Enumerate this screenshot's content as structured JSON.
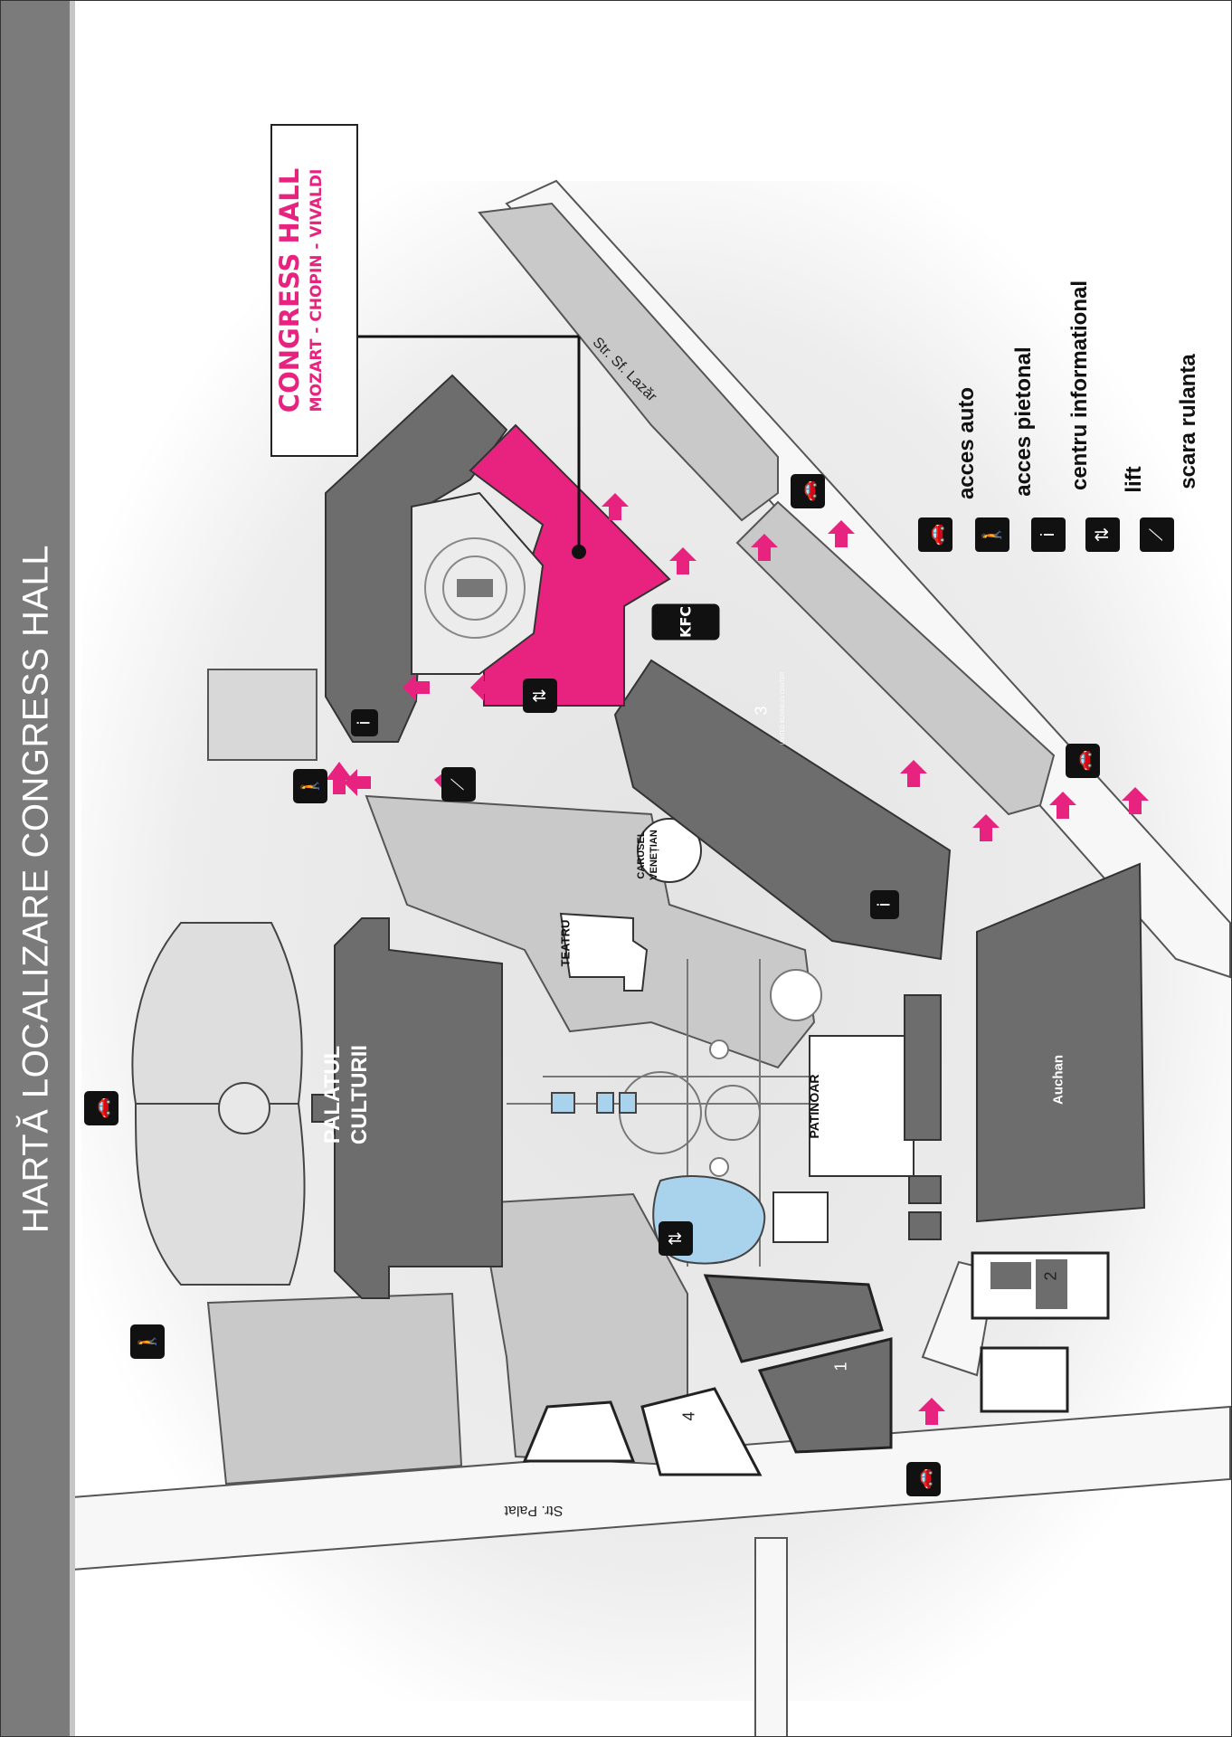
{
  "title": "HARTĂ LOCALIZARE CONGRESS HALL",
  "callout": {
    "title": "CONGRESS HALL",
    "subtitle": "MOZART - CHOPIN - VIVALDI"
  },
  "labels": {
    "palatul_culturii_1": "PALATUL",
    "palatul_culturii_2": "CULTURII",
    "teatru": "TEATRU",
    "carusel_1": "CARUSEL",
    "carusel_2": "VENEȚIAN",
    "patinoar": "PATINOAR",
    "auchan": "Auchan",
    "kfc": "KFC",
    "str_lazar": "Str. Sf. Lazăr",
    "str_palat": "Str. Palat",
    "ubc1": "1",
    "ubc2": "2",
    "ubc3": "3",
    "ubc4": "4",
    "ubc_brand": "UNITED BUSINESS CENTER"
  },
  "legend": [
    {
      "icon": "car-icon",
      "glyph": "🚗",
      "label": "acces auto"
    },
    {
      "icon": "pedestrian-icon",
      "glyph": "🚶",
      "label": "acces pietonal"
    },
    {
      "icon": "info-icon",
      "glyph": "i",
      "label": "centru informational"
    },
    {
      "icon": "elevator-icon",
      "glyph": "⇅",
      "label": "lift"
    },
    {
      "icon": "escalator-icon",
      "glyph": "⟋",
      "label": "scara rulanta"
    }
  ],
  "colors": {
    "highlight": "#e8237f",
    "building_dark": "#6d6d6e",
    "building_light": "#c4c4c4",
    "ground": "#ebebeb",
    "water": "#a9d2ec",
    "sidebar": "#7b7b7b"
  }
}
